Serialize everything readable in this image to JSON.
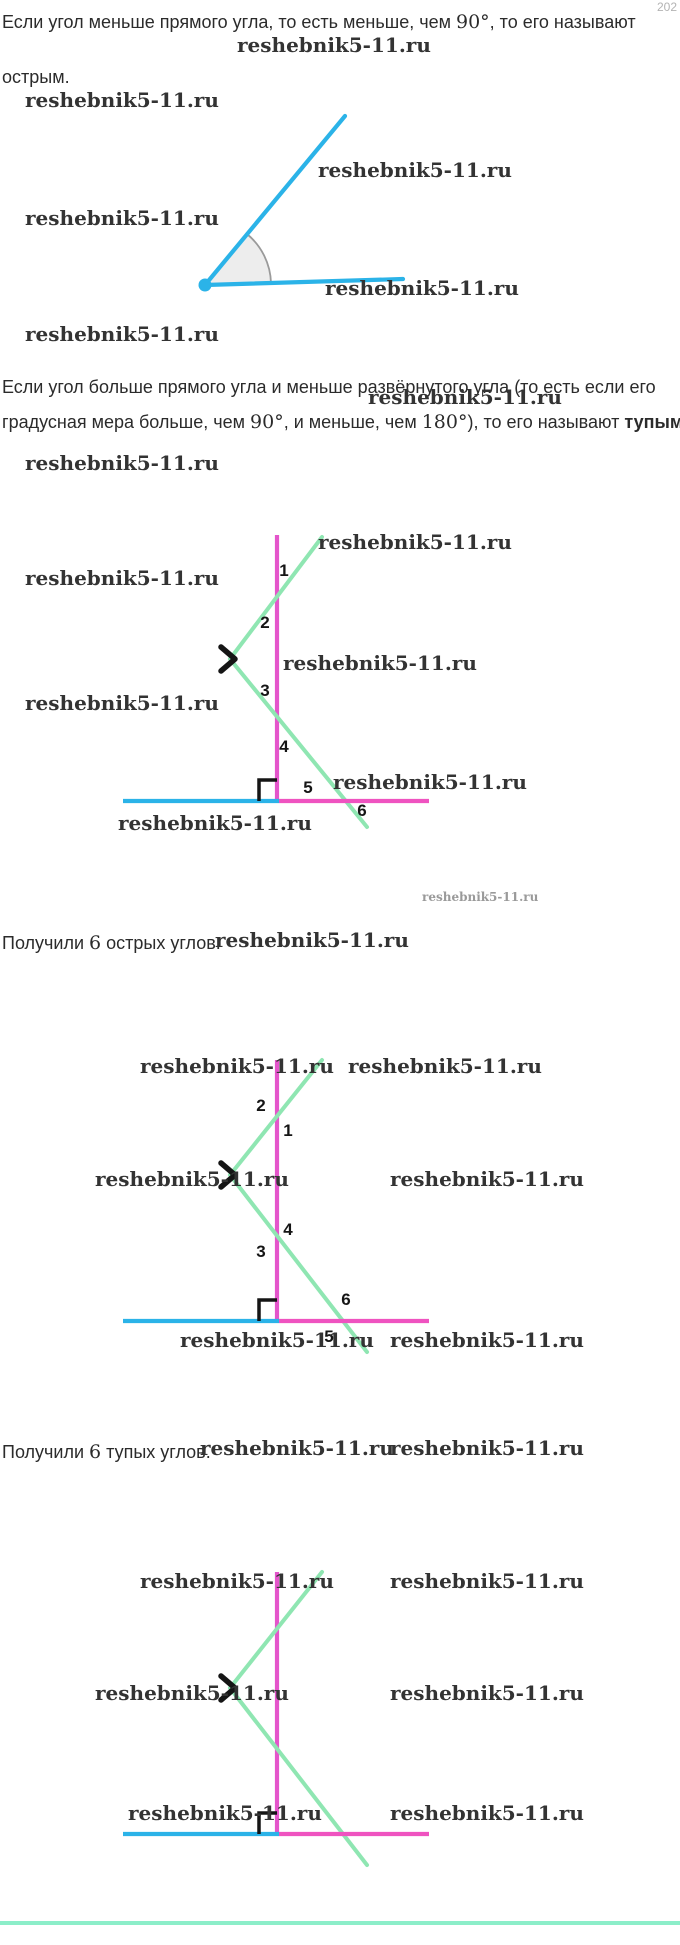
{
  "watermark": "reshebnik5-11.ru",
  "corner_note": "202",
  "colors": {
    "cyan": "#2bb3e8",
    "magenta": "#e455cb",
    "pink": "#ef53c0",
    "green": "#8fe6b2",
    "arc_gray": "#9a9a9a",
    "sector_fill": "#ededed",
    "divider": "#8ceec9"
  },
  "para_acute": {
    "text_a": "Если угол меньше прямого угла, то есть меньше, чем ",
    "math_90": "90°",
    "text_b": ", то его называют",
    "term": "острым."
  },
  "para_obtuse": {
    "line1": "Если угол больше прямого угла и меньше развёрнутого угла (то есть если его",
    "line2_a": "градусная мера больше, чем ",
    "math_90": "90°",
    "line2_b": ", и меньше, чем ",
    "math_180": "180°",
    "line2_c": "), то его называют ",
    "term_bold": "тупым",
    "line2_d": "."
  },
  "result_acute": {
    "prefix": "Получили ",
    "count": "6",
    "suffix": " острых углов."
  },
  "result_obtuse": {
    "prefix": "Получили ",
    "count": "6",
    "suffix": " тупых углов."
  },
  "angle_labels": [
    "1",
    "2",
    "3",
    "4",
    "5",
    "6"
  ]
}
